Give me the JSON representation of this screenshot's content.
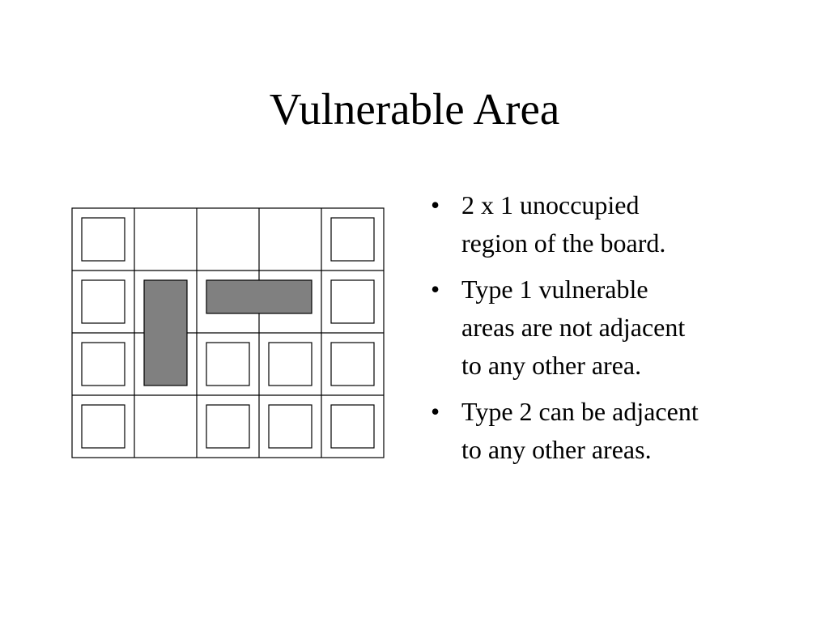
{
  "slide": {
    "title": "Vulnerable Area",
    "bullets": [
      {
        "marker": "•",
        "text_lines": [
          "2 x 1 unoccupied",
          "region of the board."
        ]
      },
      {
        "marker": "•",
        "text_lines": [
          "Type 1 vulnerable",
          "areas are not adjacent",
          "to any other area."
        ]
      },
      {
        "marker": "•",
        "text_lines": [
          "Type 2 can be adjacent",
          "to any other areas."
        ]
      }
    ]
  },
  "board": {
    "columns": 5,
    "rows": 4,
    "line_color": "#000000",
    "outlined_vertical_pieces": [
      {
        "col": 0,
        "row": 0
      },
      {
        "col": 0,
        "row": 1
      },
      {
        "col": 0,
        "row": 2
      },
      {
        "col": 0,
        "row": 3
      },
      {
        "col": 2,
        "row": 2
      },
      {
        "col": 2,
        "row": 3
      },
      {
        "col": 3,
        "row": 2
      },
      {
        "col": 3,
        "row": 3
      },
      {
        "col": 4,
        "row": 0
      },
      {
        "col": 4,
        "row": 1
      },
      {
        "col": 4,
        "row": 2
      },
      {
        "col": 4,
        "row": 3
      }
    ],
    "shaded_areas": [
      {
        "orientation": "vertical",
        "col": 1,
        "row_start": 1,
        "row_end": 2
      },
      {
        "orientation": "horizontal",
        "row": 1,
        "col_start": 2,
        "col_end": 3
      }
    ],
    "shaded_fill": "#808080"
  }
}
